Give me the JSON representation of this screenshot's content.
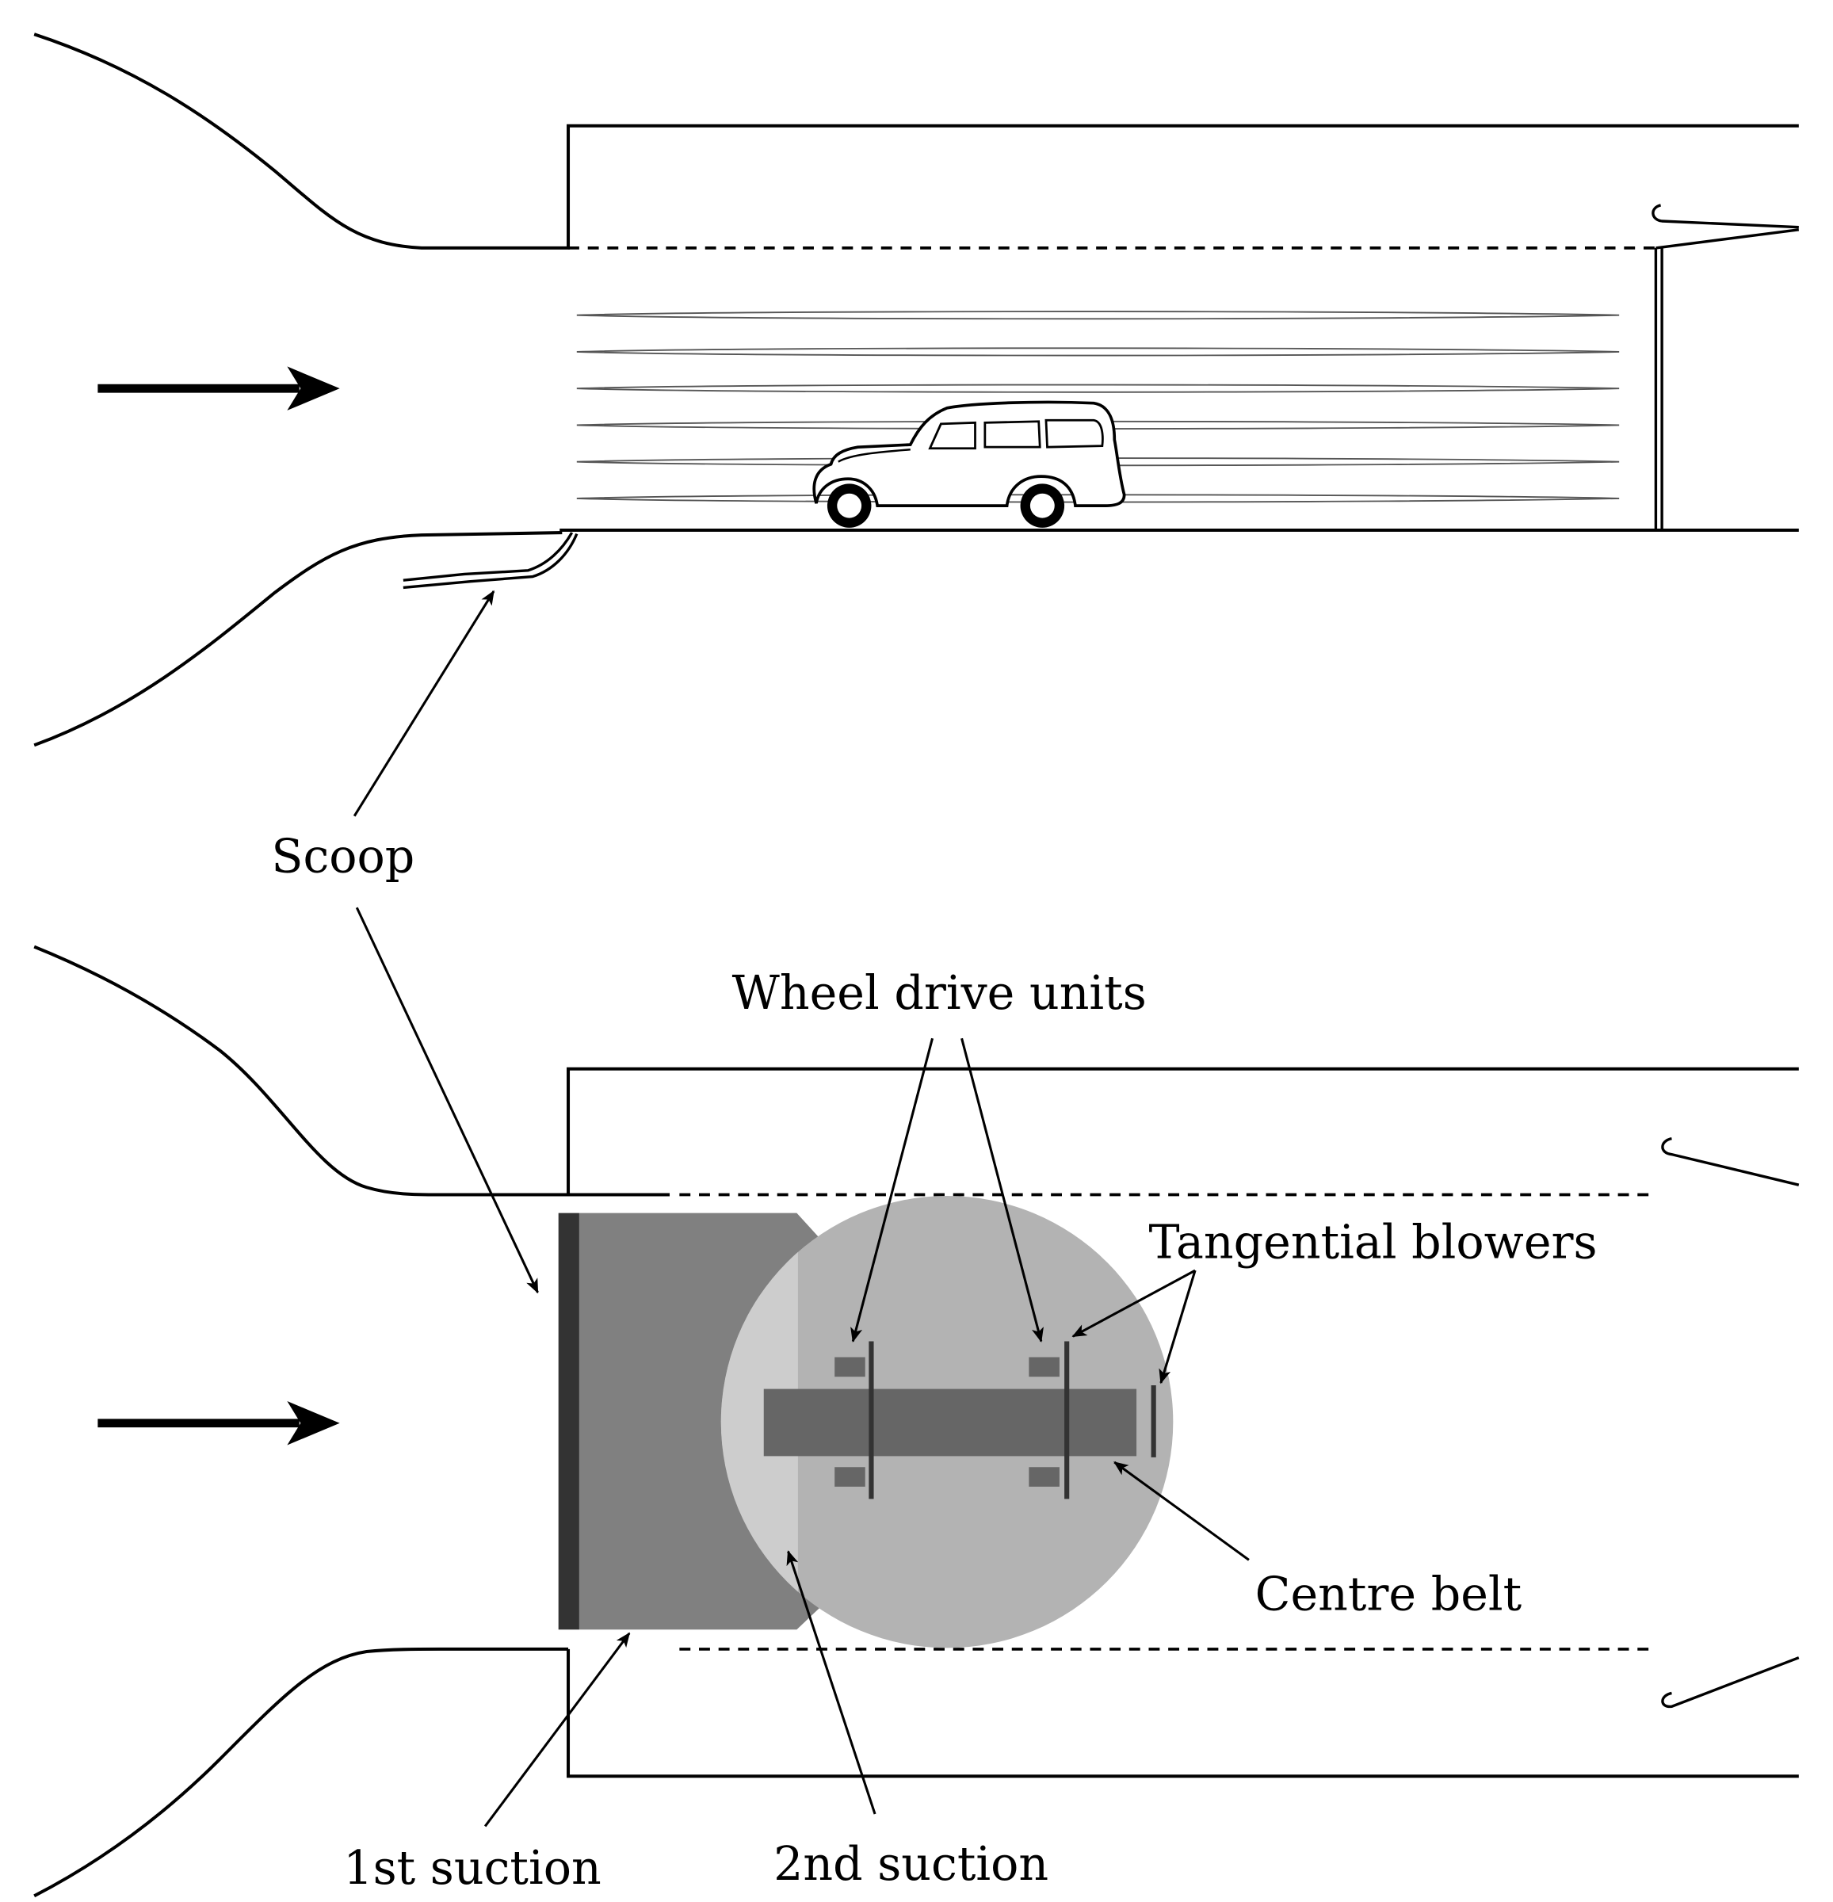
{
  "labels": {
    "scoop": "Scoop",
    "wheel_drive_units": "Wheel drive units",
    "tangential_blowers": "Tangential blowers",
    "centre_belt": "Centre belt",
    "first_suction": "1st suction",
    "second_suction": "2nd suction"
  },
  "colors": {
    "line": "#000000",
    "first_suction_dark": "#333333",
    "first_suction_plate": "#808080",
    "turntable": "#b3b3b3",
    "second_suction_light": "#cdcdcd",
    "belt_and_units": "#666666"
  }
}
